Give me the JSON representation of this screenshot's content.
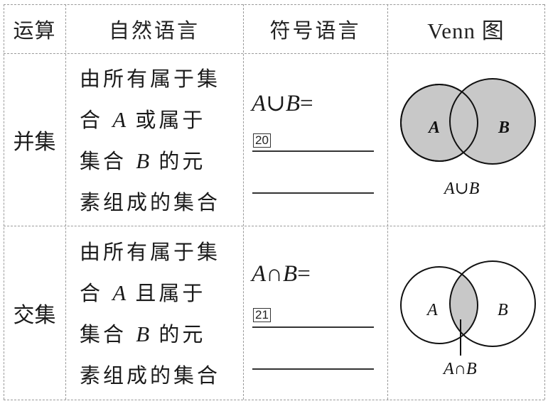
{
  "table": {
    "headers": {
      "operation": "运算",
      "natural_language": "自然语言",
      "symbolic_language": "符号语言",
      "venn": "Venn 图"
    },
    "rows": [
      {
        "operation": "并集",
        "natural_lines": [
          {
            "pre": "由所有属于集",
            "var": "",
            "post": ""
          },
          {
            "pre": "合 ",
            "var": "A",
            "post": " 或属于"
          },
          {
            "pre": "集合 ",
            "var": "B",
            "post": " 的元"
          },
          {
            "pre": "素组成的集合",
            "var": "",
            "post": ""
          }
        ],
        "symbolic": {
          "left": "A",
          "op": "∪",
          "right": "B",
          "eq": "=",
          "blank_number": "20"
        },
        "venn": {
          "label_a": "A",
          "label_b": "B",
          "caption": "A∪B",
          "shaded": "union",
          "fill": "#c8c8c8"
        }
      },
      {
        "operation": "交集",
        "natural_lines": [
          {
            "pre": "由所有属于集",
            "var": "",
            "post": ""
          },
          {
            "pre": "合 ",
            "var": "A",
            "post": " 且属于"
          },
          {
            "pre": "集合 ",
            "var": "B",
            "post": " 的元"
          },
          {
            "pre": "素组成的集合",
            "var": "",
            "post": ""
          }
        ],
        "symbolic": {
          "left": "A",
          "op": "∩",
          "right": "B",
          "eq": "=",
          "blank_number": "21"
        },
        "venn": {
          "label_a": "A",
          "label_b": "B",
          "caption": "A∩B",
          "shaded": "intersection",
          "fill": "#c8c8c8"
        }
      }
    ]
  }
}
